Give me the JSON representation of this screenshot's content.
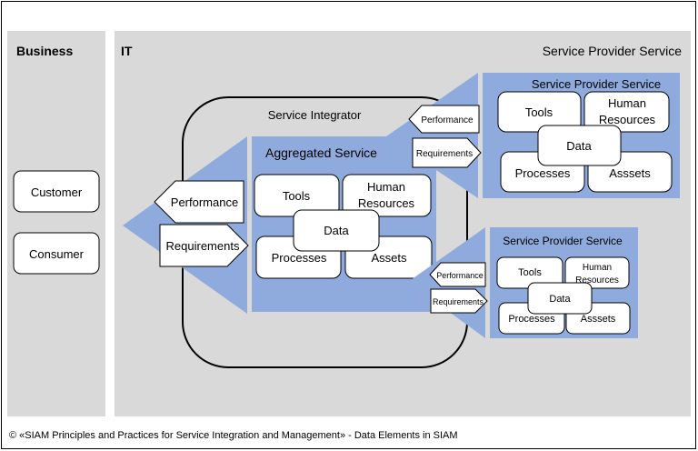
{
  "business": {
    "title": "Business",
    "boxes": [
      "Customer",
      "Consumer"
    ]
  },
  "it": {
    "title": "IT",
    "corner_label": "Service Provider Service"
  },
  "integrator": {
    "title": "Service Integrator",
    "aggregated": {
      "title": "Aggregated Service",
      "elements": {
        "tools": "Tools",
        "human_1": "Human",
        "human_2": "Resources",
        "data": "Data",
        "processes": "Processes",
        "assets": "Assets"
      }
    },
    "arrows": {
      "performance": "Performance",
      "requirements": "Requirements"
    }
  },
  "provider_top": {
    "title": "Service Provider Service",
    "elements": {
      "tools": "Tools",
      "human_1": "Human",
      "human_2": "Resources",
      "data": "Data",
      "processes": "Processes",
      "assets": "Asssets"
    },
    "arrows": {
      "performance": "Performance",
      "requirements": "Requirements"
    }
  },
  "provider_bottom": {
    "title": "Service Provider Service",
    "elements": {
      "tools": "Tools",
      "human_1": "Human",
      "human_2": "Resources",
      "data": "Data",
      "processes": "Processes",
      "assets": "Asssets"
    },
    "arrows": {
      "performance": "Performance",
      "requirements": "Requirements"
    }
  },
  "caption": "© «SIAM Principles and Practices for Service Integration and Management» - Data Elements in SIAM",
  "colors": {
    "panel_gray": "#d9d9d9",
    "service_blue": "#8faadc",
    "box_white": "#ffffff",
    "stroke": "#000000"
  }
}
